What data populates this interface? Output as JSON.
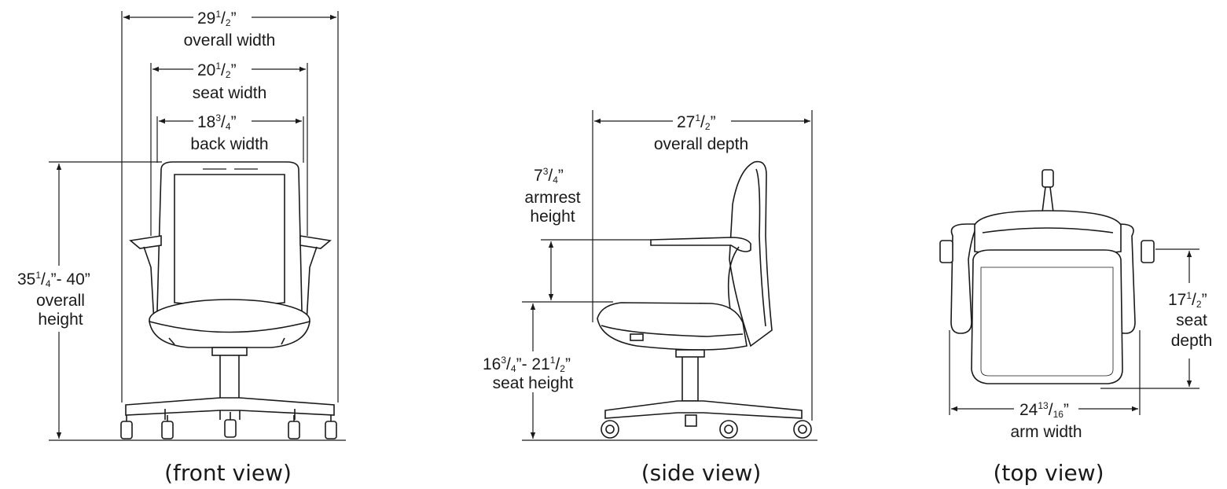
{
  "front": {
    "overall_width": {
      "whole": "29",
      "num": "1",
      "den": "2",
      "tail": "”",
      "label": "overall width"
    },
    "seat_width": {
      "whole": "20",
      "num": "1",
      "den": "2",
      "tail": "”",
      "label": "seat width"
    },
    "back_width": {
      "whole": "18",
      "num": "3",
      "den": "4",
      "tail": "”",
      "label": "back width"
    },
    "overall_height": {
      "whole": "35",
      "num": "1",
      "den": "4",
      "tail": "”- 40”",
      "label1": "overall",
      "label2": "height"
    },
    "caption": "(front view)"
  },
  "side": {
    "overall_depth": {
      "whole": "27",
      "num": "1",
      "den": "2",
      "tail": "”",
      "label": "overall depth"
    },
    "armrest_height": {
      "whole": "7",
      "num": "3",
      "den": "4",
      "tail": "”",
      "label1": "armrest",
      "label2": "height"
    },
    "seat_height": {
      "whole": "16",
      "num": "3",
      "den": "4",
      "mid": "”- 21",
      "num2": "1",
      "den2": "2",
      "tail": "”",
      "label": "seat height"
    },
    "caption": "(side view)"
  },
  "top": {
    "seat_depth": {
      "whole": "17",
      "num": "1",
      "den": "2",
      "tail": "”",
      "label1": "seat",
      "label2": "depth"
    },
    "arm_width": {
      "whole": "24",
      "num": "13",
      "den": "16",
      "tail": "”",
      "label": "arm width"
    },
    "caption": "(top view)"
  }
}
